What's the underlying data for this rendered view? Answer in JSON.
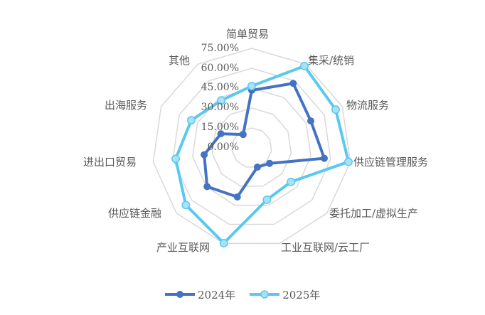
{
  "chart_data": {
    "type": "radar",
    "title": "",
    "categories": [
      "简单贸易",
      "集采/统销",
      "物流服务",
      "供应链管理服务",
      "委托加工/虚拟生产",
      "工业互联网/云工厂",
      "产业互联网",
      "供应链金融",
      "进出口贸易",
      "出海服务",
      "其他"
    ],
    "series": [
      {
        "name": "2024年",
        "color": "#4472C4",
        "values": [
          43.4,
          57.8,
          48.9,
          55.2,
          17.8,
          15.1,
          38.5,
          44.5,
          36.2,
          25.6,
          12.0
        ]
      },
      {
        "name": "2025年",
        "color": "#5BC8F0",
        "values": [
          46.6,
          73.3,
          69.5,
          73.6,
          39.1,
          40.7,
          74.8,
          65.7,
          57.9,
          50.1,
          42.5
        ]
      }
    ],
    "rlim": [
      0,
      75
    ],
    "tick_labels": [
      "0.00%",
      "15.00%",
      "30.00%",
      "45.00%",
      "60.00%",
      "75.00%"
    ],
    "grid": true,
    "legend_position": "bottom"
  },
  "legend": {
    "items": [
      {
        "label": "2024年",
        "color": "#4472C4"
      },
      {
        "label": "2025年",
        "color": "#5BC8F0"
      }
    ]
  },
  "labels": {
    "cat0": "简单贸易",
    "cat1": "集采/统销",
    "cat2": "物流服务",
    "cat3": "供应链管理服务",
    "cat4": "委托加工/虚拟生产",
    "cat5": "工业互联网/云工厂",
    "cat6": "产业互联网",
    "cat7": "供应链金融",
    "cat8": "进出口贸易",
    "cat9": "出海服务",
    "cat10": "其他",
    "t0": "0.00%",
    "t1": "15.00%",
    "t2": "30.00%",
    "t3": "45.00%",
    "t4": "60.00%",
    "t5": "75.00%"
  },
  "colors": {
    "grid": "#D9D9D9",
    "text": "#595959"
  }
}
